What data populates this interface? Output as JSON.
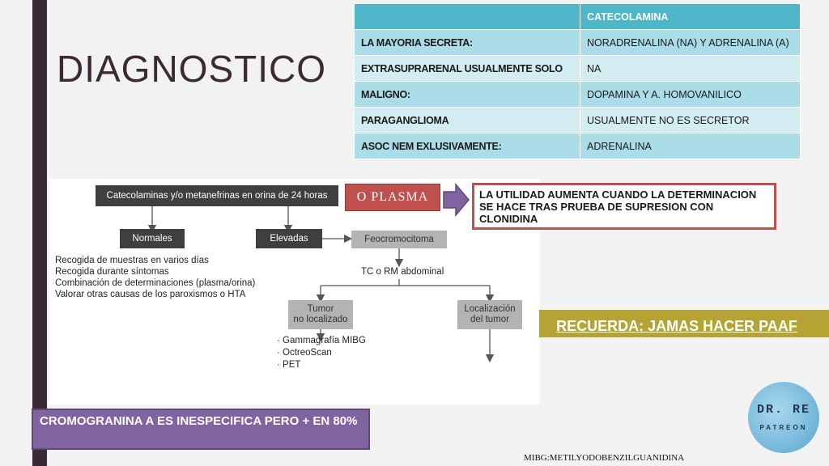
{
  "title": "DIAGNOSTICO",
  "table": {
    "header": [
      "",
      "CATECOLAMINA"
    ],
    "rows": [
      [
        "LA MAYORIA SECRETA:",
        "NORADRENALINA (NA) Y ADRENALINA (A)"
      ],
      [
        "EXTRASUPRARENAL USUALMENTE SOLO",
        "NA"
      ],
      [
        "MALIGNO:",
        "DOPAMINA Y A. HOMOVANILICO"
      ],
      [
        "PARAGANGLIOMA",
        "USUALMENTE NO ES SECRETOR"
      ],
      [
        "ASOC NEM EXLUSIVAMENTE:",
        "ADRENALINA"
      ]
    ]
  },
  "flowchart": {
    "top": "Catecolaminas y/o metanefrinas  en orina de 24 horas",
    "normales": "Normales",
    "elevadas": "Elevadas",
    "feo": "Feocromocitoma",
    "tc": "TC o RM abdominal",
    "tumor_line1": "Tumor",
    "tumor_line2": "no localizado",
    "local_line1": "Localización",
    "local_line2": "del tumor",
    "normales_list": [
      "Recogida de muestras en varios días",
      "Recogida durante síntomas",
      "Combinación de determinaciones (plasma/orina)",
      "Valorar otras causas de los paroxismos o HTA"
    ],
    "tests": [
      "· Gammagrafía MIBG",
      "· OctreoScan",
      "· PET"
    ]
  },
  "plasma": "O PLASMA",
  "utilidad": "LA UTILIDAD AUMENTA CUANDO LA DETERMINACION SE HACE TRAS PRUEBA DE SUPRESION CON CLONIDINA",
  "recuerda": "RECUERDA: JAMAS HACER PAAF",
  "cromogranina": "CROMOGRANINA A ES INESPECIFICA PERO + EN 80%",
  "mibg": "MIBG:METILYODOBENZILGUANIDINA",
  "logo": {
    "line1": "DR. RE",
    "line2": "PATREON"
  },
  "colors": {
    "accent_bar": "#3b2a35",
    "table_head": "#4fb6c9",
    "plasma": "#c0504d",
    "recuerda": "#b5a334",
    "cromo": "#8064a2"
  }
}
